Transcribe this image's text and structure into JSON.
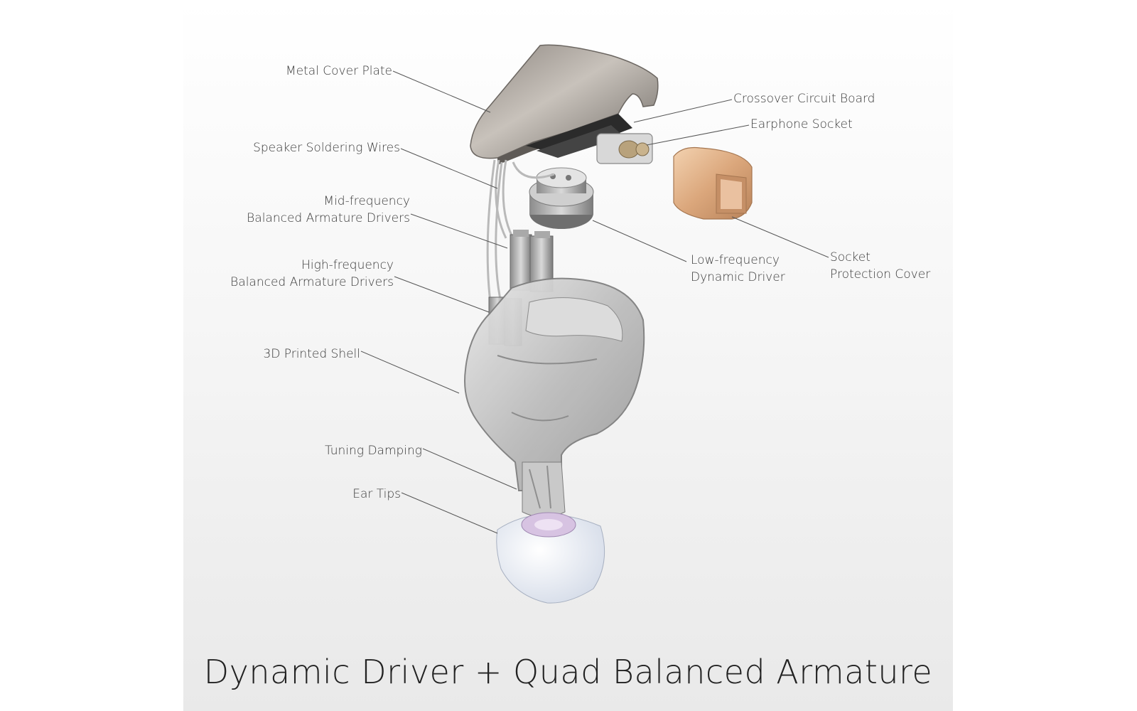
{
  "labels": {
    "metal_cover_plate": "Metal Cover Plate",
    "crossover_circuit_board": "Crossover Circuit Board",
    "earphone_socket": "Earphone Socket",
    "speaker_soldering_wires": "Speaker Soldering Wires",
    "mid_frequency_line1": "Mid-frequency",
    "mid_frequency_line2": "Balanced Armature Drivers",
    "high_frequency_line1": "High-frequency",
    "high_frequency_line2": "Balanced Armature Drivers",
    "low_frequency_line1": "Low-frequency",
    "low_frequency_line2": "Dynamic Driver",
    "socket_cover_line1": "Socket",
    "socket_cover_line2": "Protection Cover",
    "shell": "3D Printed Shell",
    "tuning_damping": "Tuning Damping",
    "ear_tips": "Ear Tips"
  },
  "caption": "Dynamic Driver + Quad Balanced Armature"
}
